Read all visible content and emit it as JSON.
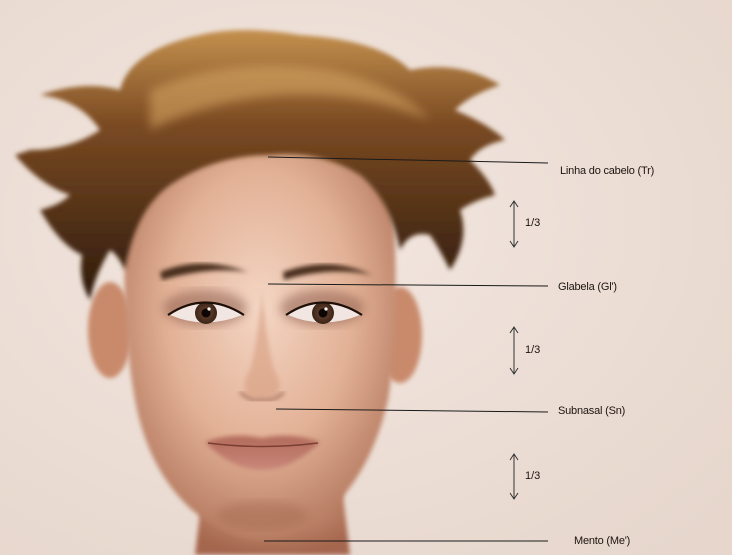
{
  "landmarks": [
    {
      "id": "trichion",
      "label": "Linha do cabelo (Tr)"
    },
    {
      "id": "glabella",
      "label": "Glabela (Gl')"
    },
    {
      "id": "subnasal",
      "label": "Subnasal (Sn)"
    },
    {
      "id": "menton",
      "label": "Mento (Me')"
    }
  ],
  "proportions": [
    {
      "segment": "upper",
      "label": "1/3"
    },
    {
      "segment": "middle",
      "label": "1/3"
    },
    {
      "segment": "lower",
      "label": "1/3"
    }
  ]
}
